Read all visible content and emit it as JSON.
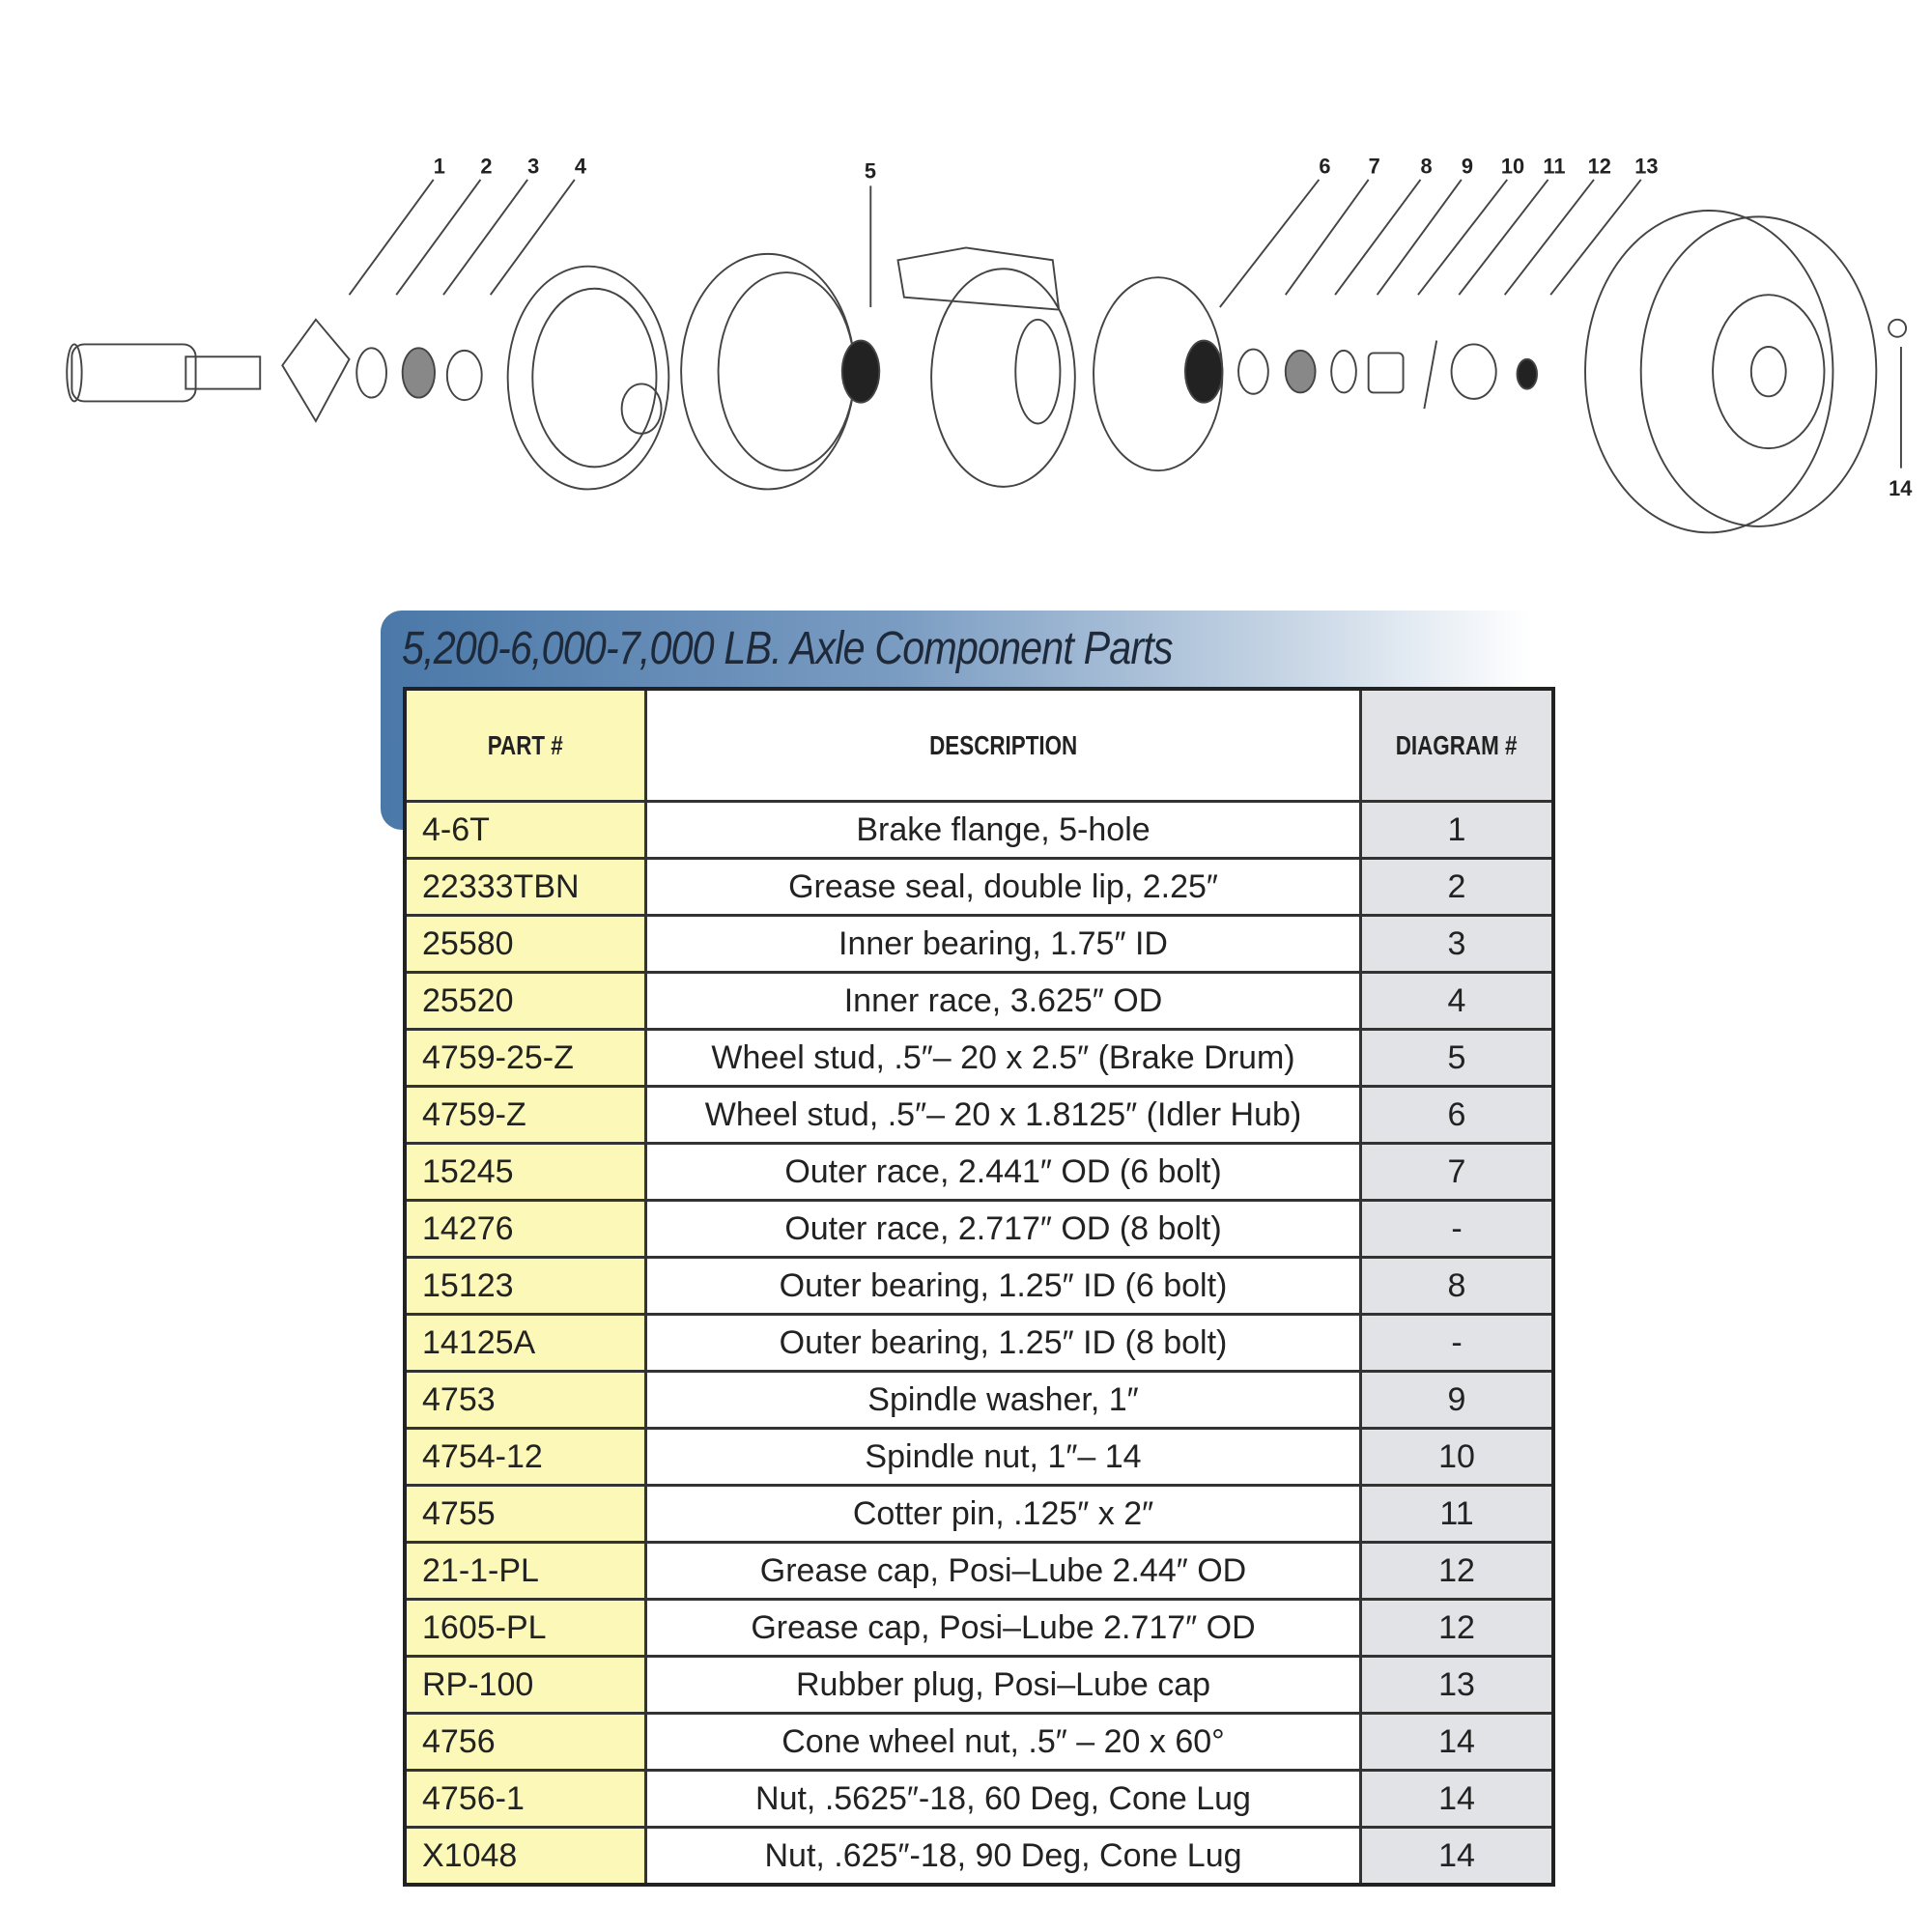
{
  "diagram": {
    "callouts": [
      "1",
      "2",
      "3",
      "4",
      "5",
      "6",
      "7",
      "8",
      "9",
      "10",
      "11",
      "12",
      "13",
      "14"
    ]
  },
  "table": {
    "title": "5,200-6,000-7,000 LB. Axle Component Parts",
    "headers": [
      "PART #",
      "DESCRIPTION",
      "DIAGRAM #"
    ],
    "rows": [
      [
        "4-6T",
        "Brake flange, 5-hole",
        "1"
      ],
      [
        "22333TBN",
        "Grease seal, double lip, 2.25″",
        "2"
      ],
      [
        "25580",
        "Inner bearing, 1.75″ ID",
        "3"
      ],
      [
        "25520",
        "Inner race, 3.625″ OD",
        "4"
      ],
      [
        "4759-25-Z",
        "Wheel stud, .5″– 20 x 2.5″ (Brake Drum)",
        "5"
      ],
      [
        "4759-Z",
        "Wheel stud, .5″– 20 x 1.8125″ (Idler Hub)",
        "6"
      ],
      [
        "15245",
        "Outer race, 2.441″ OD (6 bolt)",
        "7"
      ],
      [
        "14276",
        "Outer race, 2.717″ OD (8 bolt)",
        "-"
      ],
      [
        "15123",
        "Outer bearing, 1.25″ ID (6 bolt)",
        "8"
      ],
      [
        "14125A",
        "Outer bearing, 1.25″ ID (8 bolt)",
        "-"
      ],
      [
        "4753",
        "Spindle washer, 1″",
        "9"
      ],
      [
        "4754-12",
        "Spindle nut, 1″– 14",
        "10"
      ],
      [
        "4755",
        "Cotter pin, .125″ x 2″",
        "11"
      ],
      [
        "21-1-PL",
        "Grease cap, Posi–Lube 2.44″ OD",
        "12"
      ],
      [
        "1605-PL",
        "Grease cap, Posi–Lube 2.717″ OD",
        "12"
      ],
      [
        "RP-100",
        "Rubber plug, Posi–Lube cap",
        "13"
      ],
      [
        "4756",
        "Cone wheel nut, .5″ – 20 x 60°",
        "14"
      ],
      [
        "4756-1",
        "Nut, .5625″-18, 60 Deg, Cone Lug",
        "14"
      ],
      [
        "X1048",
        "Nut, .625″-18, 90 Deg, Cone Lug",
        "14"
      ]
    ]
  }
}
